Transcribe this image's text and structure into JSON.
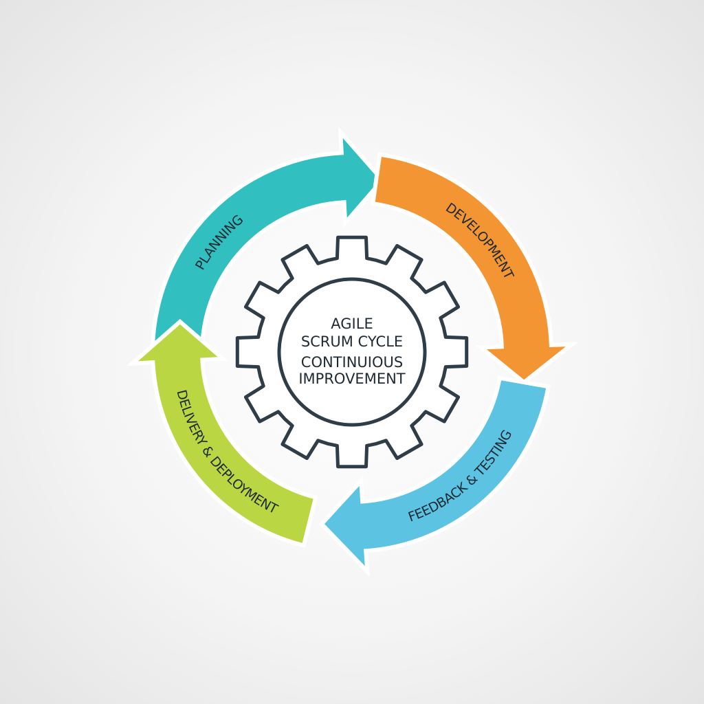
{
  "stages": [
    {
      "label": "PLANNING",
      "color": "#31bfc0"
    },
    {
      "label": "DEVELOPMENT",
      "color": "#f39533"
    },
    {
      "label": "FEEDBACK & TESTING",
      "color": "#5cc3e2"
    },
    {
      "label": "DELIVERY & DEPLOYMENT",
      "color": "#bad643"
    }
  ],
  "center": {
    "line1": "AGILE",
    "line2": "SCRUM CYCLE",
    "line3": "CONTINUIOUS",
    "line4": "IMPROVEMENT"
  },
  "gear_color": "#2e3d48"
}
